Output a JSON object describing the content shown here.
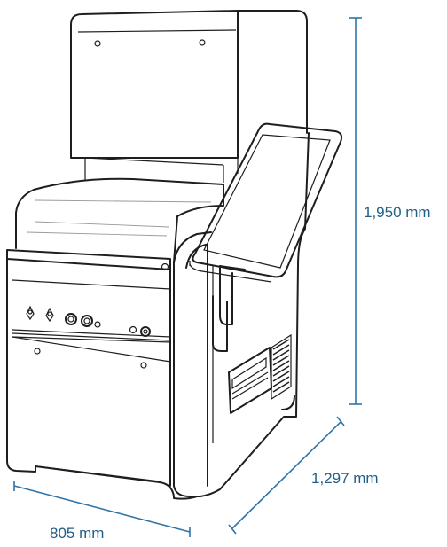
{
  "dimensions": {
    "height": "1,950 mm",
    "depth": "1,297 mm",
    "width": "805 mm"
  },
  "colors": {
    "dimension_line": "#2f74a8",
    "dimension_text": "#1f5f86",
    "outline": "#1e1e1e"
  }
}
